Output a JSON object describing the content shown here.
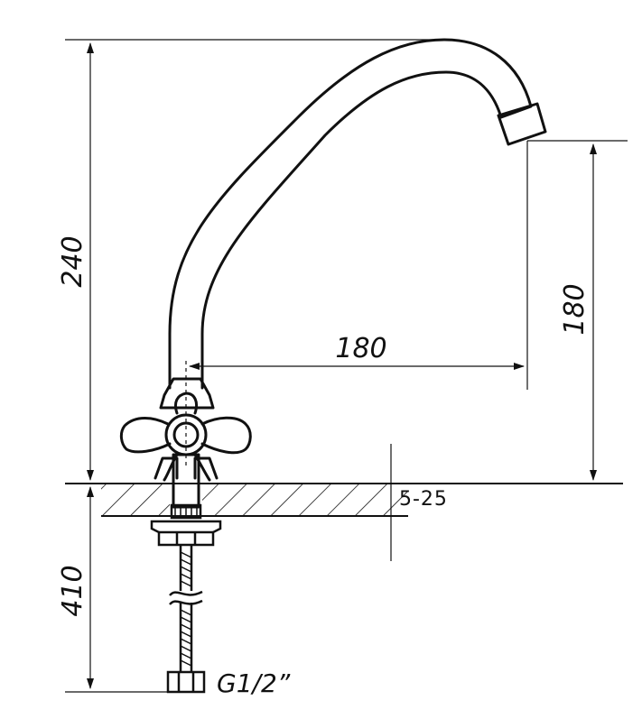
{
  "dimensions": {
    "total_height": "240",
    "spout_height": "180",
    "spout_reach": "180",
    "countertop_thickness": "5-25",
    "hose_length": "410"
  },
  "thread_label": "G1/2”",
  "colors": {
    "line": "#111111",
    "background": "#ffffff"
  },
  "icons": {
    "faucet": "mixer-faucet-drawing",
    "handle": "cross-handle-icon"
  }
}
